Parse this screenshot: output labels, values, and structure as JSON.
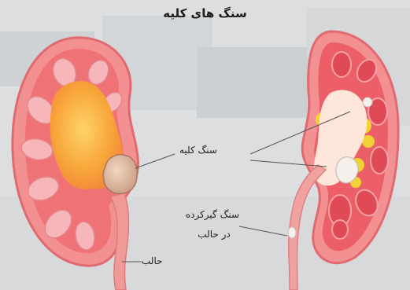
{
  "title": "سنگ های کلیه",
  "labels": {
    "kidney_stone": "سنگ کلیه",
    "lodged_stone_line1": "سنگ گیرکرده",
    "lodged_stone_line2": "در حالب",
    "ureter": "حالب"
  },
  "colors": {
    "background": "#d9dcde",
    "kidney_capsule": "#f08d8d",
    "kidney_cortex": "#ef6f75",
    "pyramid": "#f6b3b8",
    "pelvis_left": "#f7a53a",
    "stone": "#d9b29a",
    "fat": "#f0d234",
    "calyx_right": "#ffe6da",
    "ureter": "#f09a98",
    "leader_line": "#555555"
  }
}
